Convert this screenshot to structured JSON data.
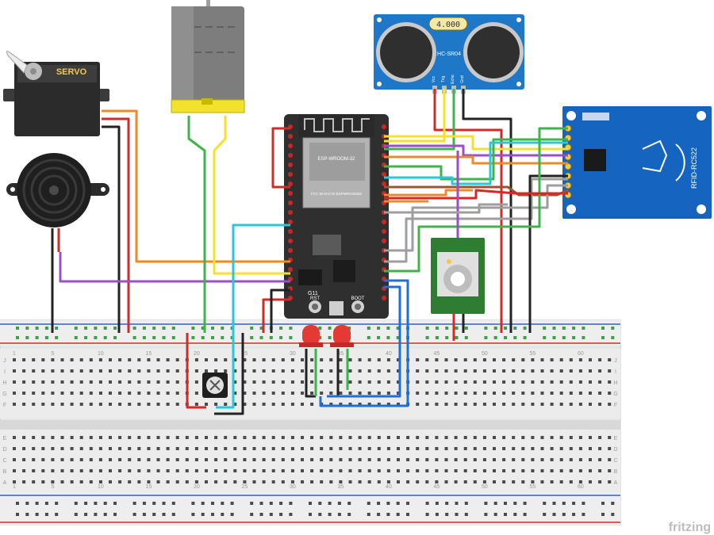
{
  "components": {
    "servo": {
      "label": "SERVO"
    },
    "ultrasonic": {
      "display": "4.000",
      "model": "HC-SR04",
      "pins": [
        "Vcc",
        "Trig",
        "Echo",
        "Gnd"
      ]
    },
    "esp32": {
      "module": "ESP-WROOM-32",
      "fcc": "FCC ID:2AC7Z-ESPWROOM32",
      "buttons": [
        "RST",
        "BOOT"
      ],
      "pin_label": "G11"
    },
    "rfid": {
      "model": "RFID-RC522"
    },
    "watermark": "fritzing"
  },
  "breadboard": {
    "column_numbers": [
      "1",
      "5",
      "10",
      "15",
      "20",
      "25",
      "30",
      "35",
      "40",
      "45",
      "50",
      "55",
      "60"
    ],
    "rows_top": [
      "J",
      "I",
      "H",
      "G",
      "F"
    ],
    "rows_bottom": [
      "E",
      "D",
      "C",
      "B",
      "A"
    ]
  },
  "colors": {
    "esp32_board": "#2f2f2f",
    "ultrasonic": "#1f77c7",
    "rfid": "#1565c0",
    "pir_board": "#2e7d32",
    "motor": "#7a7a7a",
    "motor_cap": "#f2e22e",
    "led": "#e53935",
    "rail_red": "#d62828",
    "rail_blue": "#3b5bc9"
  },
  "wire_colors": [
    "red",
    "black",
    "orange",
    "purple",
    "green",
    "yellow",
    "cyan",
    "gray",
    "blue",
    "brown"
  ]
}
